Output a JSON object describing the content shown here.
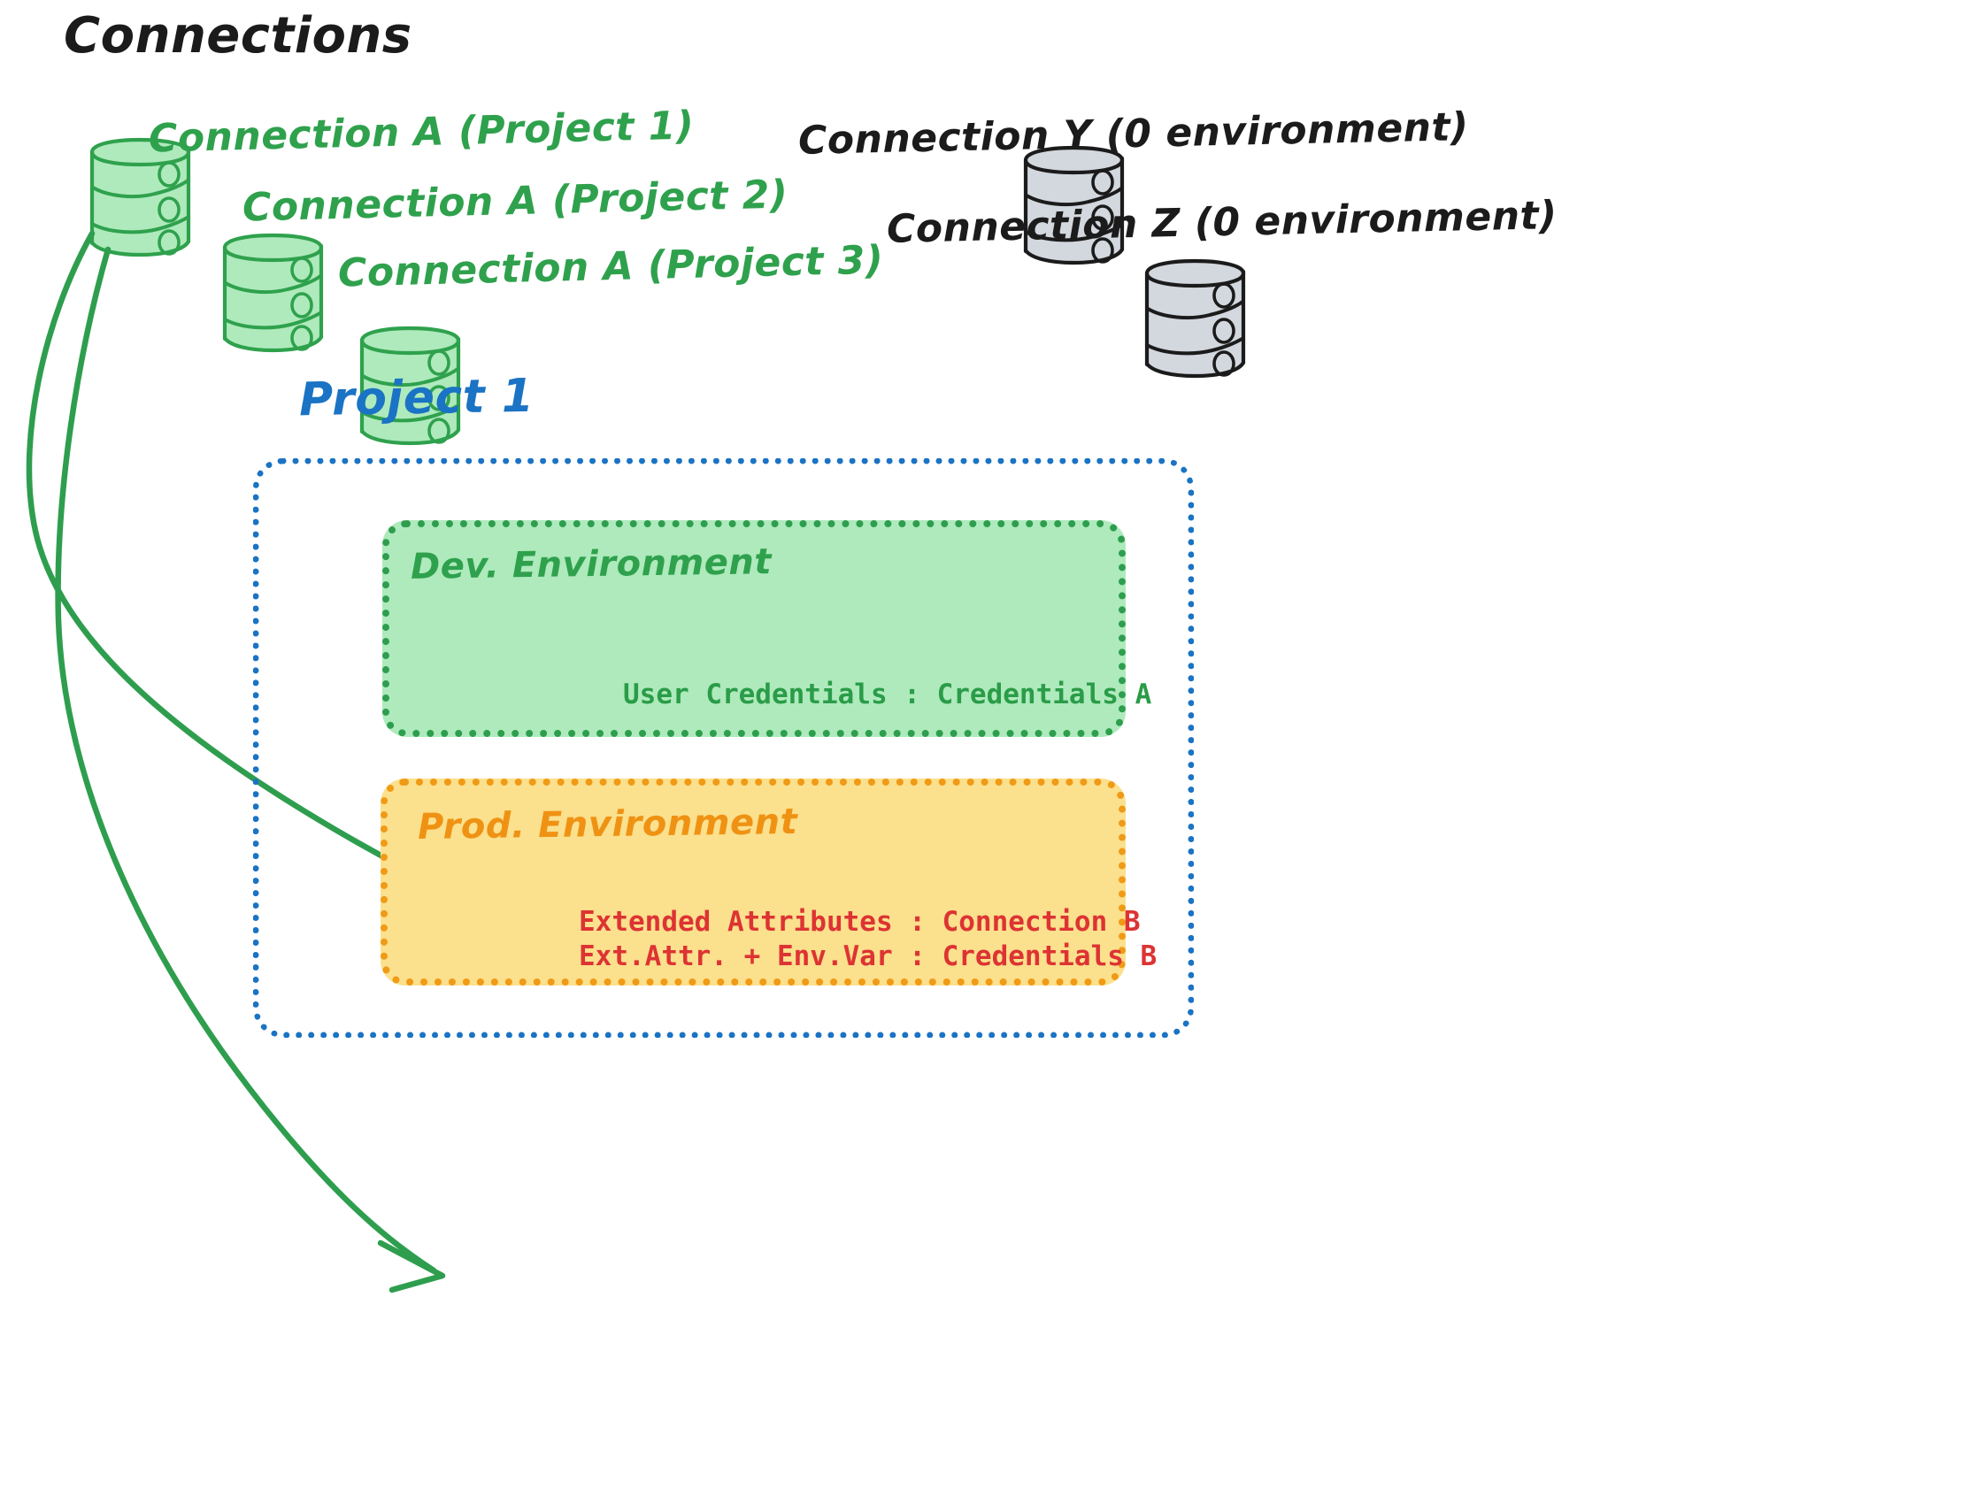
{
  "diagram": {
    "type": "architecture-diagram",
    "title": "Connections",
    "background": "#ffffff"
  },
  "colors": {
    "green_stroke": "#2fa14d",
    "green_fill": "#aeeabc",
    "green_text": "#2a9c48",
    "gray_fill": "#d3d7de",
    "black_text": "#1b1b1b",
    "blue": "#1a73c4",
    "orange": "#ef9213",
    "orange_fill": "#fbe08d",
    "red_text": "#dd3333"
  },
  "connections_group": {
    "heading": "Connections",
    "green_nodes": [
      {
        "icon": "database-icon",
        "label": "Connection A (Project 1)"
      },
      {
        "icon": "database-icon",
        "label": "Connection A (Project 2)"
      },
      {
        "icon": "database-icon",
        "label": "Connection A (Project 3)"
      }
    ],
    "gray_nodes": [
      {
        "icon": "database-icon",
        "label": "Connection Y (0 environment)"
      },
      {
        "icon": "database-icon",
        "label": "Connection Z (0 environment)"
      }
    ]
  },
  "project": {
    "title": "Project 1",
    "environments": [
      {
        "name": "Dev. Environment",
        "accent": "#2fa14d",
        "rows": [
          "User Credentials : Credentials A"
        ]
      },
      {
        "name": "Prod. Environment",
        "accent": "#ef9213",
        "rows": [
          "Extended Attributes : Connection B",
          "Ext.Attr. + Env.Var : Credentials B"
        ]
      }
    ]
  },
  "arrows": [
    {
      "from": "Connection A (Project 1)",
      "to": "Dev. Environment"
    },
    {
      "from": "Connection A (Project 1)",
      "to": "Prod. Environment"
    }
  ]
}
